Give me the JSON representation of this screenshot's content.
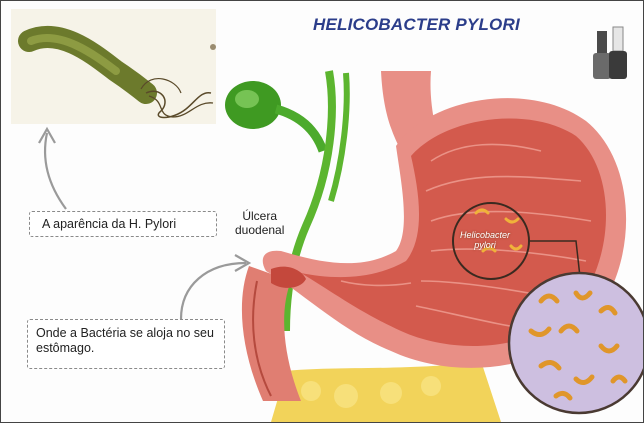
{
  "title": "HELICOBACTER PYLORI",
  "captions": {
    "appearance": "A aparência da H. Pylori",
    "location": "Onde a Bactéria se aloja no seu estômago."
  },
  "labels": {
    "ulcer_line1": "Úlcera",
    "ulcer_line2": "duodenal",
    "hp_line1": "Helicobacter",
    "hp_line2": "pylori"
  },
  "colors": {
    "title": "#2b3d8a",
    "stomach": "#e88f86",
    "stomach_inner": "#d35a4d",
    "gallbladder": "#4caa2c",
    "bacteria": "#e0962a",
    "zoom_bg": "#cdbfe0",
    "fat": "#f2d35a"
  },
  "icons": [
    "bacterium-illustration",
    "gallbladder",
    "stomach",
    "zoom-circle",
    "nail-polish-icon"
  ]
}
